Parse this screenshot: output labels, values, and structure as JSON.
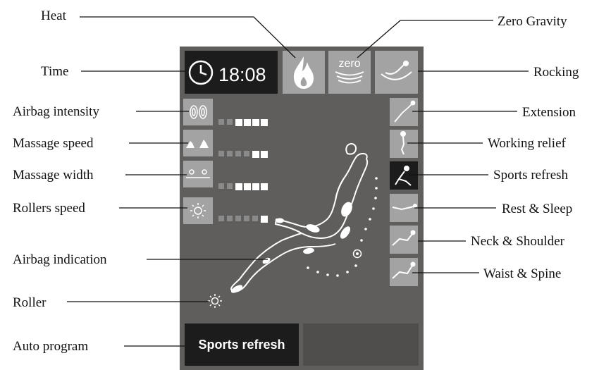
{
  "callouts": {
    "heat": "Heat",
    "zero_gravity": "Zero Gravity",
    "time": "Time",
    "rocking": "Rocking",
    "airbag_intensity": "Airbag intensity",
    "extension": "Extension",
    "massage_speed": "Massage speed",
    "working_relief": "Working relief",
    "massage_width": "Massage width",
    "sports_refresh": "Sports refresh",
    "rollers_speed": "Rollers speed",
    "rest_sleep": "Rest & Sleep",
    "neck_shoulder": "Neck & Shoulder",
    "airbag_indication": "Airbag indication",
    "waist_spine": "Waist & Spine",
    "roller": "Roller",
    "auto_program": "Auto program"
  },
  "panel": {
    "time_value": "18:08",
    "zero_icon_text": "zero",
    "auto_program_value": "Sports refresh",
    "levels": {
      "airbag_intensity": {
        "active": 4,
        "total": 6
      },
      "massage_speed": {
        "active": 2,
        "total": 6
      },
      "massage_width": {
        "active": 4,
        "total": 6
      },
      "rollers_speed": {
        "active": 1,
        "total": 6
      }
    },
    "selected_program": "sports-refresh"
  },
  "colors": {
    "panel_bg": "#5f5e5c",
    "button_bg": "#a3a3a3",
    "dark_box": "#1c1c1c",
    "level_on": "#ffffff",
    "level_off": "#8a8a8a"
  }
}
